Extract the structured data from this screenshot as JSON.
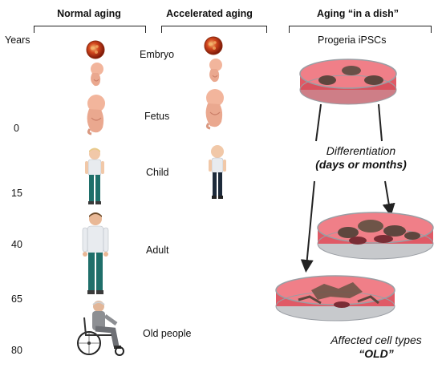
{
  "headers": {
    "normal": "Normal aging",
    "accelerated": "Accelerated aging",
    "dish": "Aging “in a dish”"
  },
  "years": {
    "title": "Years",
    "marks": [
      "0",
      "15",
      "40",
      "65",
      "80"
    ]
  },
  "stages": [
    "Embryo",
    "Fetus",
    "Child",
    "Adult",
    "Old people"
  ],
  "dish": {
    "top_label": "Progeria iPSCs",
    "process_line1": "Differentiation",
    "process_line2": "(days or months)",
    "result_line1": "Affected cell types",
    "result_line2": "“OLD”"
  },
  "colors": {
    "dish_medium": "#e05a66",
    "embryo": "#c23a1a",
    "fetus_skin": "#f2b59c",
    "shirt": "#e8ebef",
    "pants_normal": "#1f6f6a",
    "pants_accel": "#1d2a3a"
  }
}
